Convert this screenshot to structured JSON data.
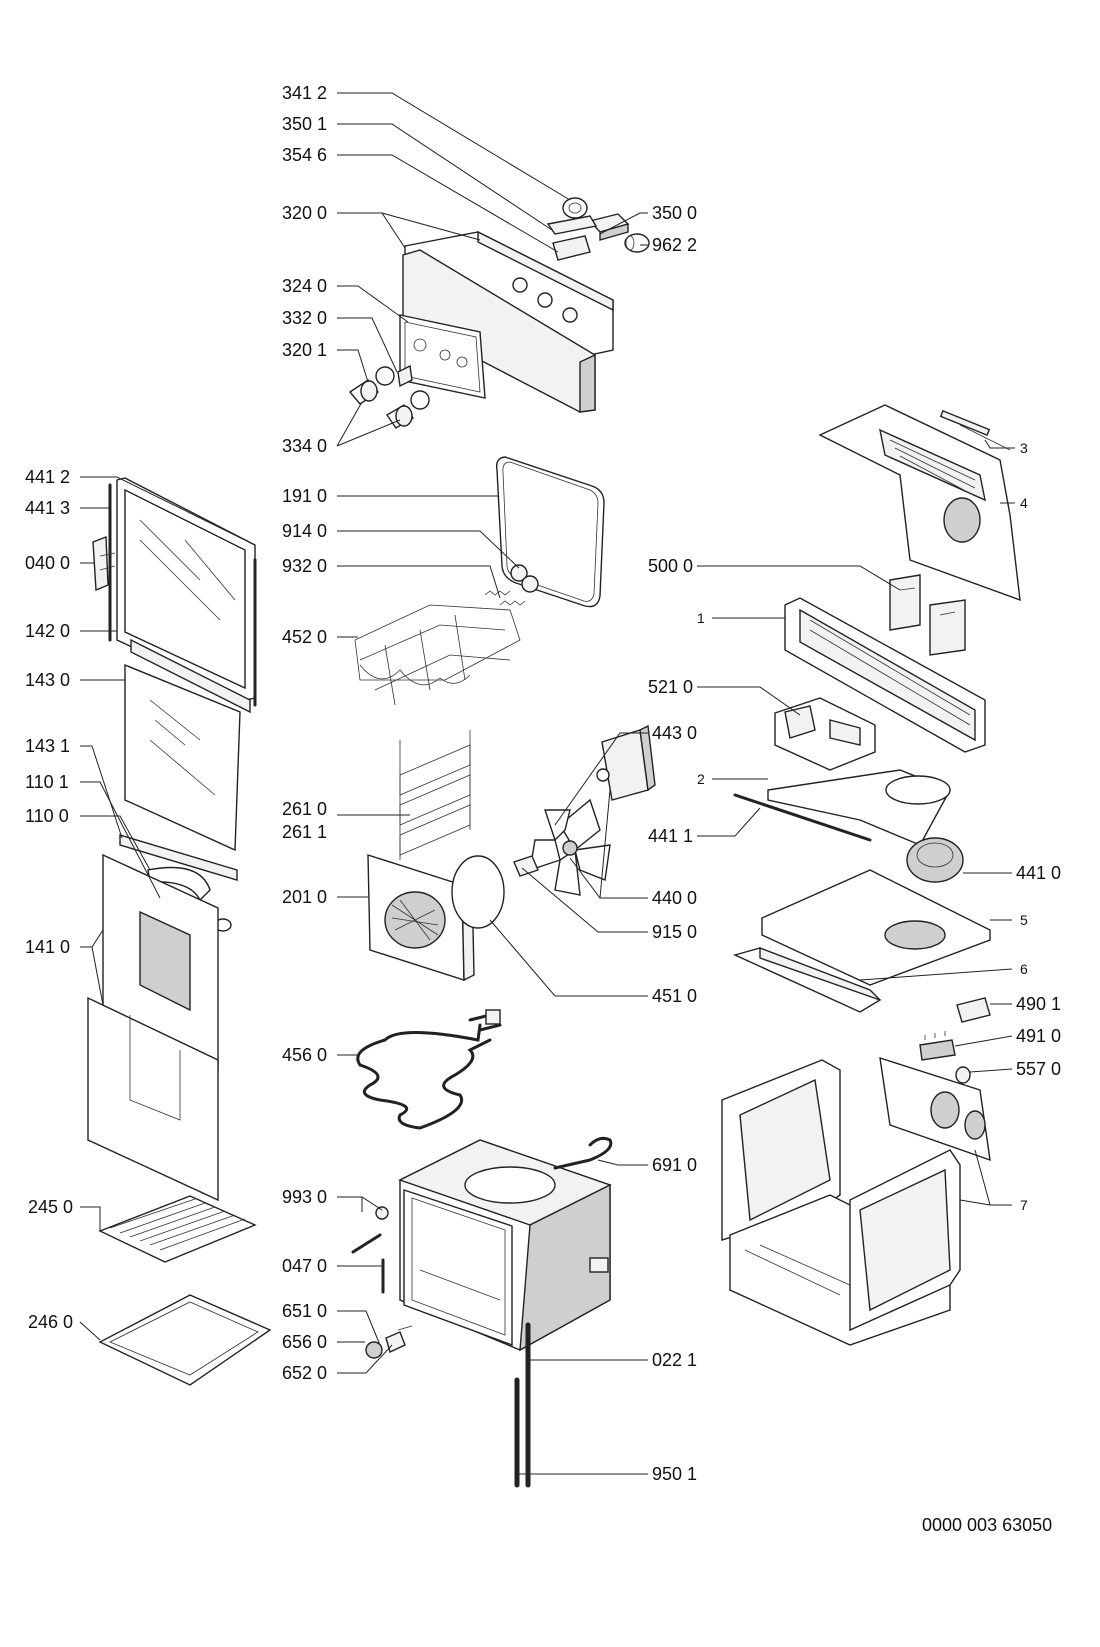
{
  "labels": {
    "p3412": "341 2",
    "p3501": "350 1",
    "p3546": "354 6",
    "p3200": "320 0",
    "p3500": "350 0",
    "p9622": "962 2",
    "p3240": "324 0",
    "p3320": "332 0",
    "p3201": "320 1",
    "p3340": "334 0",
    "p4412": "441 2",
    "p4413": "441 3",
    "p1910": "191 0",
    "p0400": "040 0",
    "p9140": "914 0",
    "p9320": "932 0",
    "p1420": "142 0",
    "p4520": "452 0",
    "p1430": "143 0",
    "p1431": "143 1",
    "p1101": "110 1",
    "p1100": "110 0",
    "p2610": "261 0",
    "p2611": "261 1",
    "p2010": "201 0",
    "p1410": "141 0",
    "p4560": "456 0",
    "p2450": "245 0",
    "p9930": "993 0",
    "p0470": "047 0",
    "p2460": "246 0",
    "p6510": "651 0",
    "p6560": "656 0",
    "p6520": "652 0",
    "p4430": "443 0",
    "p4400": "440 0",
    "p9150": "915 0",
    "p4510": "451 0",
    "p6910": "691 0",
    "p0221": "022 1",
    "p9501": "950 1",
    "r3": "3",
    "r4": "4",
    "p5000": "500 0",
    "r1": "1",
    "p5210": "521 0",
    "r2": "2",
    "p4411": "441 1",
    "p4410": "441 0",
    "r5": "5",
    "r6": "6",
    "p4901": "490 1",
    "p4910": "491 0",
    "p5570": "557 0",
    "r7": "7"
  },
  "footer": {
    "doc_number": "0000 003 63050"
  }
}
